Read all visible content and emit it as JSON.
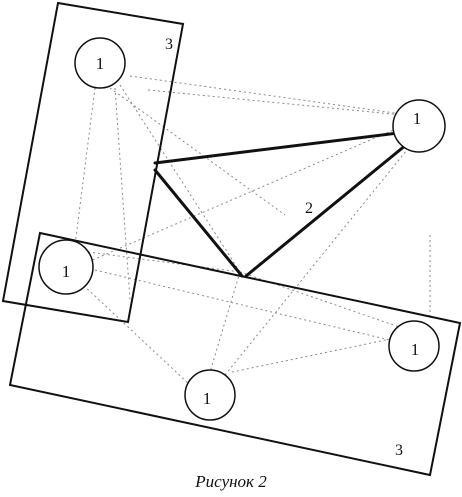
{
  "figure": {
    "caption": "Рисунок 2",
    "nodes": [
      {
        "id": "top-left",
        "label": "1"
      },
      {
        "id": "right-upper",
        "label": "1"
      },
      {
        "id": "left-middle",
        "label": "1"
      },
      {
        "id": "right-lower",
        "label": "1"
      },
      {
        "id": "bottom-center",
        "label": "1"
      }
    ],
    "groups": [
      {
        "id": "vertical-group",
        "label": "3"
      },
      {
        "id": "horizontal-group",
        "label": "3"
      }
    ],
    "edge_label": "2",
    "colors": {
      "ink": "#111111",
      "dotted": "#8a8a8a",
      "background": "#ffffff"
    }
  }
}
